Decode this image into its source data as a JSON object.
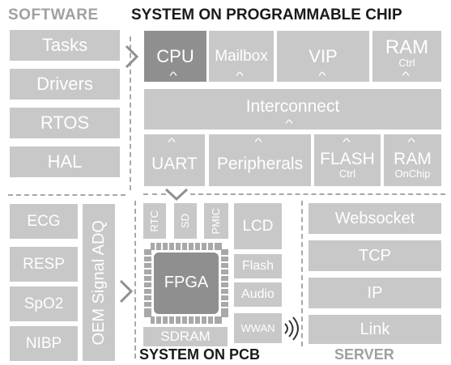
{
  "headers": {
    "software": "SOFTWARE",
    "soc": "SYSTEM ON PROGRAMMABLE CHIP",
    "pcb": "SYSTEM ON PCB",
    "server": "SERVER"
  },
  "software": [
    "Tasks",
    "Drivers",
    "RTOS",
    "HAL"
  ],
  "soc": {
    "cpu": "CPU",
    "mailbox": "Mailbox",
    "vip": "VIP",
    "ram_ctrl": {
      "title": "RAM",
      "sub": "Ctrl"
    },
    "interconnect": "Interconnect",
    "uart": "UART",
    "peripherals": "Peripherals",
    "flash_ctrl": {
      "title": "FLASH",
      "sub": "Ctrl"
    },
    "ram_onchip": {
      "title": "RAM",
      "sub": "OnChip"
    }
  },
  "signals": {
    "items": [
      "ECG",
      "RESP",
      "SpO2",
      "NIBP"
    ],
    "adq": "OEM Signal ADQ"
  },
  "pcb": {
    "rtc": "RTC",
    "sd": "SD",
    "pmic": "PMIC",
    "lcd": "LCD",
    "fpga": "FPGA",
    "flash": "Flash",
    "audio": "Audio",
    "wwan": "WWAN",
    "sdram": "SDRAM"
  },
  "server": [
    "Websocket",
    "TCP",
    "IP",
    "Link"
  ],
  "colors": {
    "box": "#c8c8c8",
    "highlight": "#8f8f8f",
    "software_header": "#a0a0a0",
    "header": "#1a1a1a"
  }
}
